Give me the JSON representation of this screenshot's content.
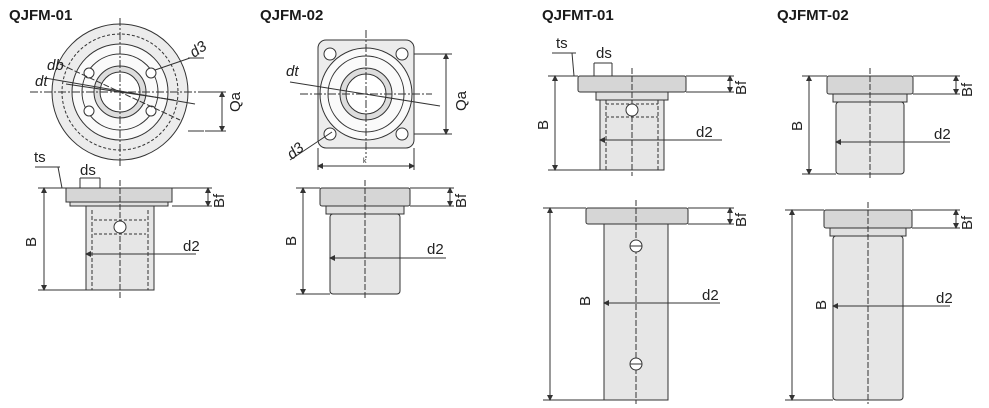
{
  "titles": [
    "QJFM-01",
    "QJFM-02",
    "QJFMT-01",
    "QJFMT-02"
  ],
  "labels": {
    "db": "db",
    "dt": "dt",
    "d3": "d3",
    "Qa": "Qa",
    "ts": "ts",
    "ds": "ds",
    "B": "B",
    "Bf": "Bf",
    "d2": "d2",
    "k": "k"
  },
  "colors": {
    "line": "#333333",
    "fill": "#e6e6e6",
    "flange": "#d2d2d2"
  }
}
